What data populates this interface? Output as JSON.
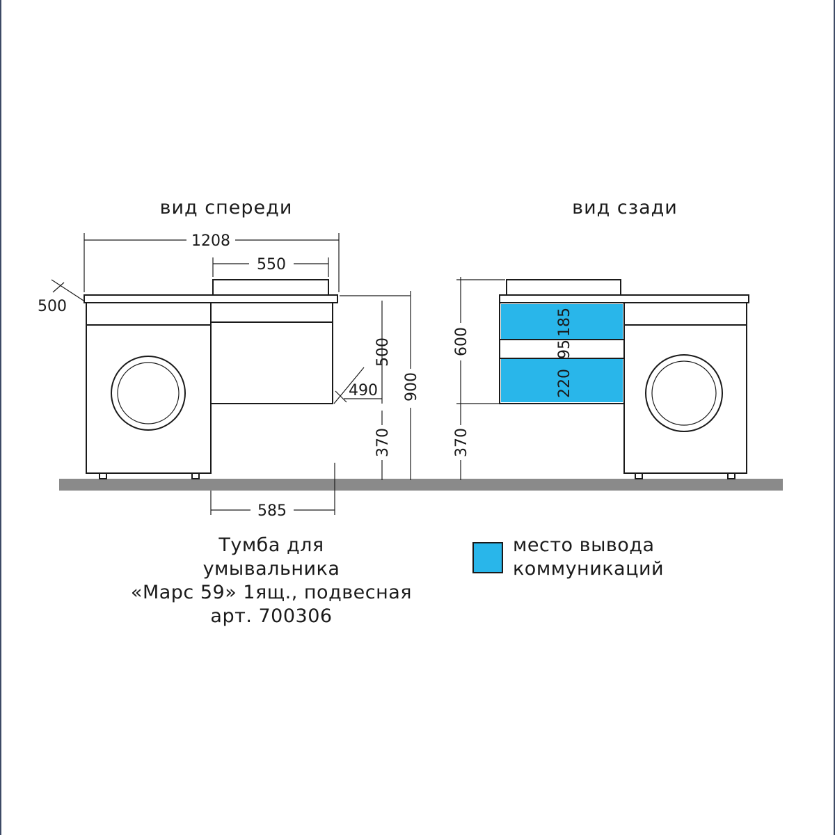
{
  "views": {
    "front_title": "вид спереди",
    "back_title": "вид сзади"
  },
  "dimensions": {
    "front_total_width": "1208",
    "front_top_width": "550",
    "front_depth": "500",
    "front_cabinet_height": "500",
    "front_cabinet_depth": "490",
    "front_total_height": "900",
    "front_mount_height": "370",
    "front_cabinet_width": "585",
    "back_height": "600",
    "back_zone_top": "185",
    "back_zone_gap": "95",
    "back_zone_bottom": "220",
    "back_mount_height": "370"
  },
  "caption": {
    "line1": "Тумба для",
    "line2": "умывальника",
    "line3": "«Марс 59» 1ящ., подвесная",
    "line4": "арт. 700306"
  },
  "legend": {
    "swatch_color": "#29b6ea",
    "line1": "место вывода",
    "line2": "коммуникаций"
  },
  "colors": {
    "floor": "#8a8a8a",
    "highlight": "#29b6ea",
    "frame_edge": "#3d4a66"
  }
}
